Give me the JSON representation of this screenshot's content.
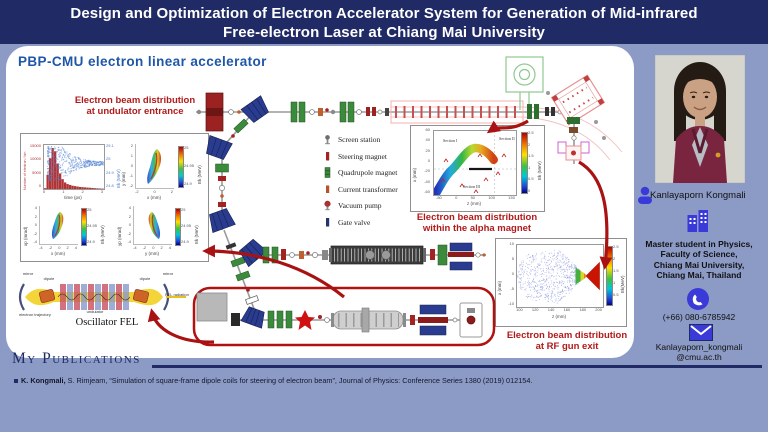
{
  "colors": {
    "page_bg": "#8c9bc6",
    "header_bg": "#202b66",
    "caption_red": "#b11a1a",
    "heading_blue": "#1f57a8",
    "icon_blue": "#3a3ad9",
    "arrow_red": "#a81212"
  },
  "header": {
    "title_lines": [
      "Design and Optimization of Electron Accelerator System for Generation of Mid-infrared",
      "Free-electron Laser at Chiang Mai University"
    ]
  },
  "main": {
    "heading": "PBP-CMU electron linear accelerator",
    "legend": {
      "items": [
        {
          "icon": "screen-station-icon",
          "label": "Screen station"
        },
        {
          "icon": "steering-magnet-icon",
          "label": "Steering magnet"
        },
        {
          "icon": "quadrupole-magnet-icon",
          "label": "Quadrupole magnet"
        },
        {
          "icon": "current-transformer-icon",
          "label": "Current transformer"
        },
        {
          "icon": "vacuum-pump-icon",
          "label": "Vacuum pump"
        },
        {
          "icon": "gate-valve-icon",
          "label": "Gate valve"
        }
      ]
    },
    "plots": {
      "undulator": {
        "caption": [
          "Electron beam distribution",
          "at undulator entrance"
        ],
        "time_hist": {
          "type": "histogram+scatter",
          "ylabel_left": "Number of electron / bin",
          "yticks_left": [
            "15000",
            "10000",
            "5000",
            "0"
          ],
          "ylabel_right": "Ek (MeV)",
          "yticks_right": [
            "25.1",
            "25",
            "24.9",
            "24.8"
          ],
          "xlabel": "time (ps)",
          "xticks": [
            "0",
            "1",
            "2",
            "3"
          ],
          "xrange_ps": [
            0,
            3
          ],
          "bar_counts": [
            300,
            5200,
            11200,
            15000,
            13800,
            9300,
            5700,
            3600,
            2400,
            1800,
            1500,
            1200,
            1050,
            900,
            750,
            680,
            600,
            520,
            450,
            380,
            300,
            230,
            180,
            150
          ]
        },
        "xy": {
          "type": "scatter",
          "xlabel": "x (mm)",
          "ylabel": "y (mm)",
          "xticks": [
            "-2",
            "0",
            "2"
          ],
          "yticks": [
            "2",
            "1",
            "0",
            "-1",
            "-2"
          ],
          "cbar_label": "Ek (MeV)",
          "cbar_ticks": [
            "25",
            "24.95",
            "24.9"
          ]
        },
        "xxp": {
          "type": "scatter",
          "xlabel": "x (mm)",
          "ylabel": "xp (mrad)",
          "xticks": [
            "-4",
            "-2",
            "0",
            "2",
            "4"
          ],
          "yticks": [
            "4",
            "2",
            "0",
            "-2",
            "-4"
          ],
          "cbar_label": "Ek (MeV)",
          "cbar_ticks": [
            "25",
            "24.95",
            "24.9"
          ]
        },
        "yyp": {
          "type": "scatter",
          "xlabel": "y (mm)",
          "ylabel": "yp (mrad)",
          "xticks": [
            "-4",
            "-2",
            "0",
            "2",
            "4"
          ],
          "yticks": [
            "4",
            "2",
            "0",
            "-2",
            "-4"
          ],
          "cbar_label": "Ek (MeV)",
          "cbar_ticks": [
            "25",
            "24.95",
            "24.9"
          ]
        }
      },
      "alpha": {
        "caption": [
          "Electron beam distribution",
          "within the alpha magnet"
        ],
        "type": "scatter",
        "xlabel": "z (mm)",
        "ylabel": "x (mm)",
        "xticks": [
          "-50",
          "0",
          "50",
          "100",
          "150"
        ],
        "yticks": [
          "60",
          "40",
          "20",
          "0",
          "-20",
          "-40",
          "-60"
        ],
        "cbar_label": "Ek (MeV)",
        "cbar_ticks": [
          "2.5",
          "2",
          "1.5",
          "1",
          "0.5",
          "0"
        ],
        "sections": [
          "Section I",
          "Section II",
          "Section III"
        ]
      },
      "rfgun": {
        "caption": [
          "Electron beam distribution",
          "at RF gun exit"
        ],
        "type": "scatter",
        "xlabel": "z (mm)",
        "ylabel": "x (mm)",
        "xticks": [
          "100",
          "120",
          "140",
          "160",
          "180",
          "200"
        ],
        "yticks": [
          "10",
          "5",
          "0",
          "-5",
          "-10"
        ],
        "cbar_label": "Ek(MeV)",
        "cbar_ticks": [
          "2.5",
          "2",
          "1.5",
          "1",
          "0.5"
        ]
      }
    },
    "fel": {
      "caption": "Oscillator FEL",
      "labels": {
        "mirror_left": "mirror",
        "dipole_left": "dipole",
        "undulator": "undulator",
        "trajectory": "electron trajectory",
        "dipole_right": "dipole",
        "mirror_right": "mirror",
        "radiation": "FEL radiation"
      }
    }
  },
  "sidebar": {
    "name": "Kanlayaporn Kongmali",
    "affiliation": [
      "Master student in Physics,",
      "Faculty of Science,",
      "Chiang Mai University,",
      "Chiang Mai, Thailand"
    ],
    "phone": "(+66) 080-6785942",
    "email_lines": [
      "Kanlayaporn_kongmali",
      "@cmu.ac.th"
    ]
  },
  "publications": {
    "heading": "My Publications",
    "entries": [
      {
        "bold": "K. Kongmali,",
        "rest": " S. Rimjeam, “Simulation of square-frame dipole coils for steering of electron beam”, Journal of Physics: Conference Series 1380 (2019) 012154."
      }
    ]
  }
}
